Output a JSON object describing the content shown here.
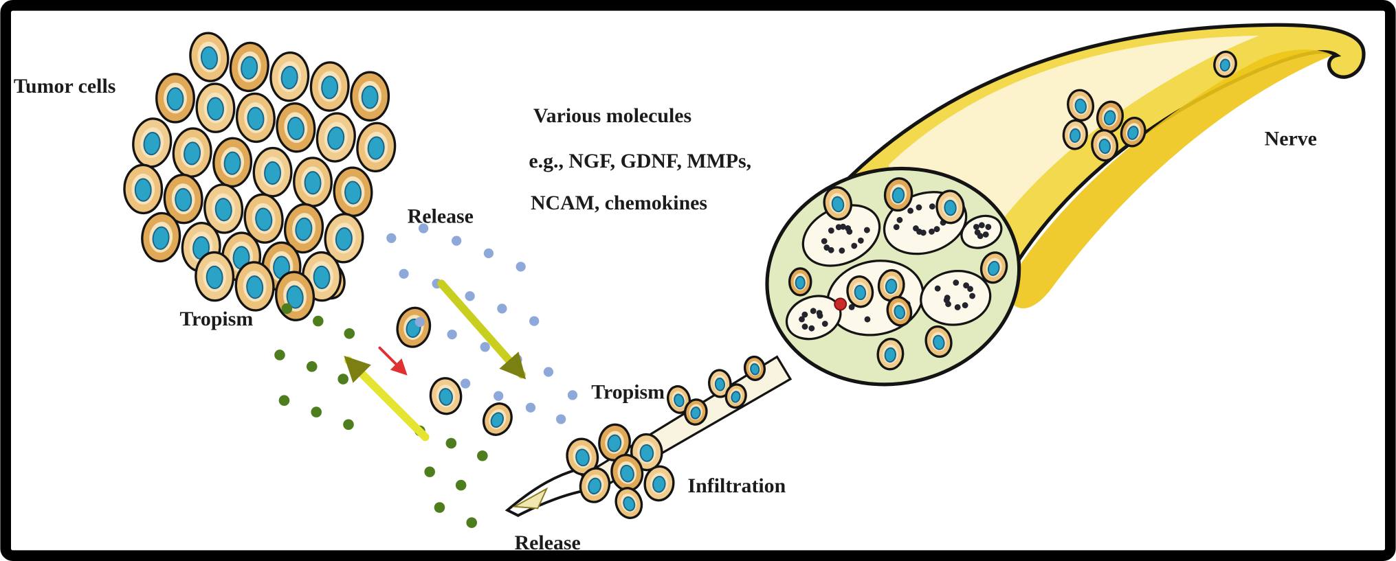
{
  "figure": {
    "title": "Tumor cell perineural invasion diagram",
    "labels": {
      "tumor_cells": "Tumor cells",
      "release_top": "Release",
      "tropism_left": "Tropism",
      "molecules_line1": "Various molecules",
      "molecules_line2": "e.g., NGF, GDNF, MMPs,",
      "molecules_line3": "NCAM, chemokines",
      "tropism_right": "Tropism",
      "infiltration": "Infiltration",
      "release_bottom": "Release",
      "nerve": "Nerve"
    },
    "colors": {
      "background": "#ffffff",
      "border": "#000000",
      "text": "#1b1b1b",
      "cell_body": "#ecc27c",
      "cell_body_dark": "#dfa958",
      "cell_body_light": "#f0cc8e",
      "cell_inner": "#f6e3bb",
      "cell_nucleus": "#2ba3c6",
      "cell_nucleus_edge": "#17658a",
      "dot_blue": "#8ea9d9",
      "dot_green": "#4e7d1e",
      "arrow_yellow_bright": "#e4e431",
      "arrow_yellow_dark": "#c9cf1e",
      "arrow_head": "#7c7f12",
      "arrow_red": "#e03131",
      "nerve_body": "#f3d94e",
      "nerve_highlight": "#fcf4d4",
      "nerve_stripe": "#eec51a",
      "nerve_outline": "#141414",
      "cross_section": "#e2eabf",
      "fascicle": "#fdf9ea",
      "axon_dot": "#24242e",
      "red_cell": "#c92a2a",
      "strand_fill": "#f8f4e0"
    }
  }
}
